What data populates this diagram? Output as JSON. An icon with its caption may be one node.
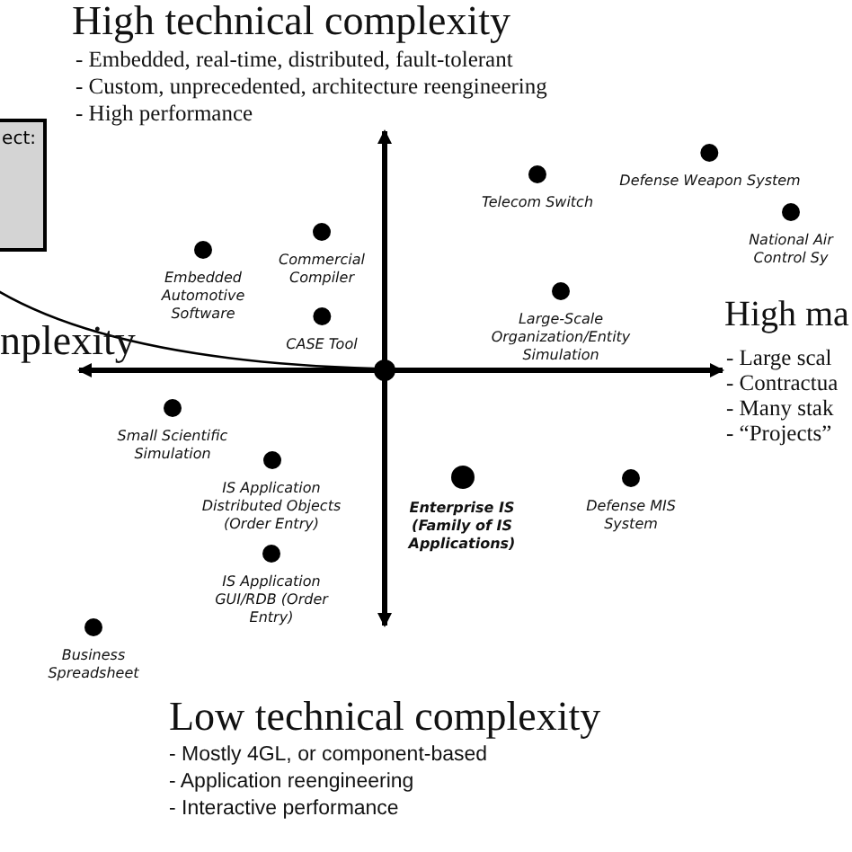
{
  "diagram": {
    "nodes": [
      {
        "text": [
          "ect:"
        ]
      },
      {
        "text": [],
        "shape": "circle"
      },
      {
        "text": [
          "Telecom Switch"
        ]
      },
      {
        "text": [
          "Defense Weapon System"
        ]
      },
      {
        "text": [
          "National Air Control Sy"
        ]
      },
      {
        "text": [
          "Embedded Automotive Software"
        ]
      },
      {
        "text": [
          "Commercial Compiler"
        ]
      },
      {
        "text": [
          "CASE Tool"
        ]
      },
      {
        "text": [
          "Large-Scale Organization/Entity Simulation"
        ]
      },
      {
        "text": [
          "Small Scientific Simulation"
        ]
      },
      {
        "text": [
          "IS Application Distributed Objects (Order Entry)"
        ]
      },
      {
        "text": [
          "IS Application GUI/RDB (Order Entry)"
        ]
      },
      {
        "text": [
          "Enterprise IS (Family of IS Applications)"
        ]
      },
      {
        "text": [
          "Defense MIS System"
        ]
      },
      {
        "text": [
          "Business Spreadsheet"
        ]
      }
    ],
    "edges": [
      {
        "from": 0,
        "to": 1,
        "arrow": "none"
      }
    ],
    "labels": [
      "High technical complexity",
      "- Embedded, real-time, distributed, fault-tolerant",
      "- Custom, unprecedented, architecture reengineering",
      "- High performance",
      "nplexity",
      "High ma",
      "- Large scal",
      "- Contractua",
      "- Many stak",
      "- “Projects”",
      "Low technical complexity",
      "- Mostly 4GL, or component-based",
      "- Application reengineering",
      "- Interactive performance"
    ]
  }
}
